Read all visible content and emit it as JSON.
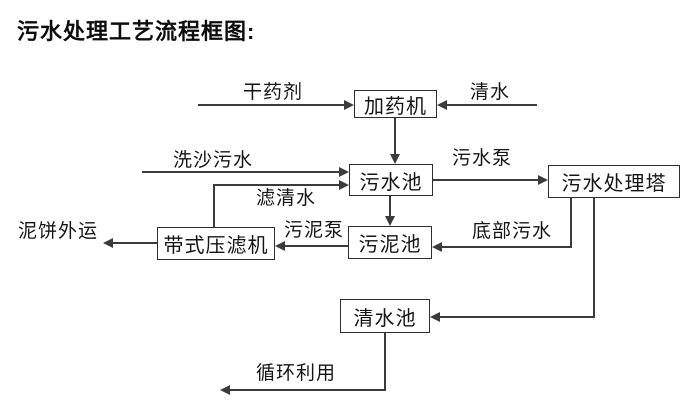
{
  "title": "污水处理工艺流程框图:",
  "nodes": {
    "dosing_machine": {
      "label": "加药机"
    },
    "sewage_pool": {
      "label": "污水池"
    },
    "treatment_tower": {
      "label": "污水处理塔"
    },
    "sludge_pool": {
      "label": "污泥池"
    },
    "belt_filter_press": {
      "label": "带式压滤机"
    },
    "clean_water_pool": {
      "label": "清水池"
    }
  },
  "flow_labels": {
    "dry_agent": "干药剂",
    "clean_water": "清水",
    "sand_washing_sewage": "洗沙污水",
    "sewage_pump": "污水泵",
    "filtered_water": "滤清水",
    "mud_cake_outbound": "泥饼外运",
    "sludge_pump": "污泥泵",
    "bottom_sewage": "底部污水",
    "recycling": "循环利用"
  },
  "connections": [
    "干药剂 → 加药机",
    "清水 → 加药机",
    "加药机 → 污水池",
    "洗沙污水 → 污水池",
    "带式压滤机 → 滤清水 → 污水池",
    "污水池 → 污水泵 → 污水处理塔",
    "污水池 → 污泥池",
    "污水处理塔 → 底部污水 → 污泥池",
    "污泥池 → 污泥泵 → 带式压滤机",
    "带式压滤机 → 泥饼外运",
    "污水处理塔 → 清水池",
    "清水池 → 循环利用"
  ],
  "colors": {
    "line": "#3b3b3b",
    "text": "#151515",
    "box_border": "#2e2e2e",
    "background": "#ffffff"
  }
}
